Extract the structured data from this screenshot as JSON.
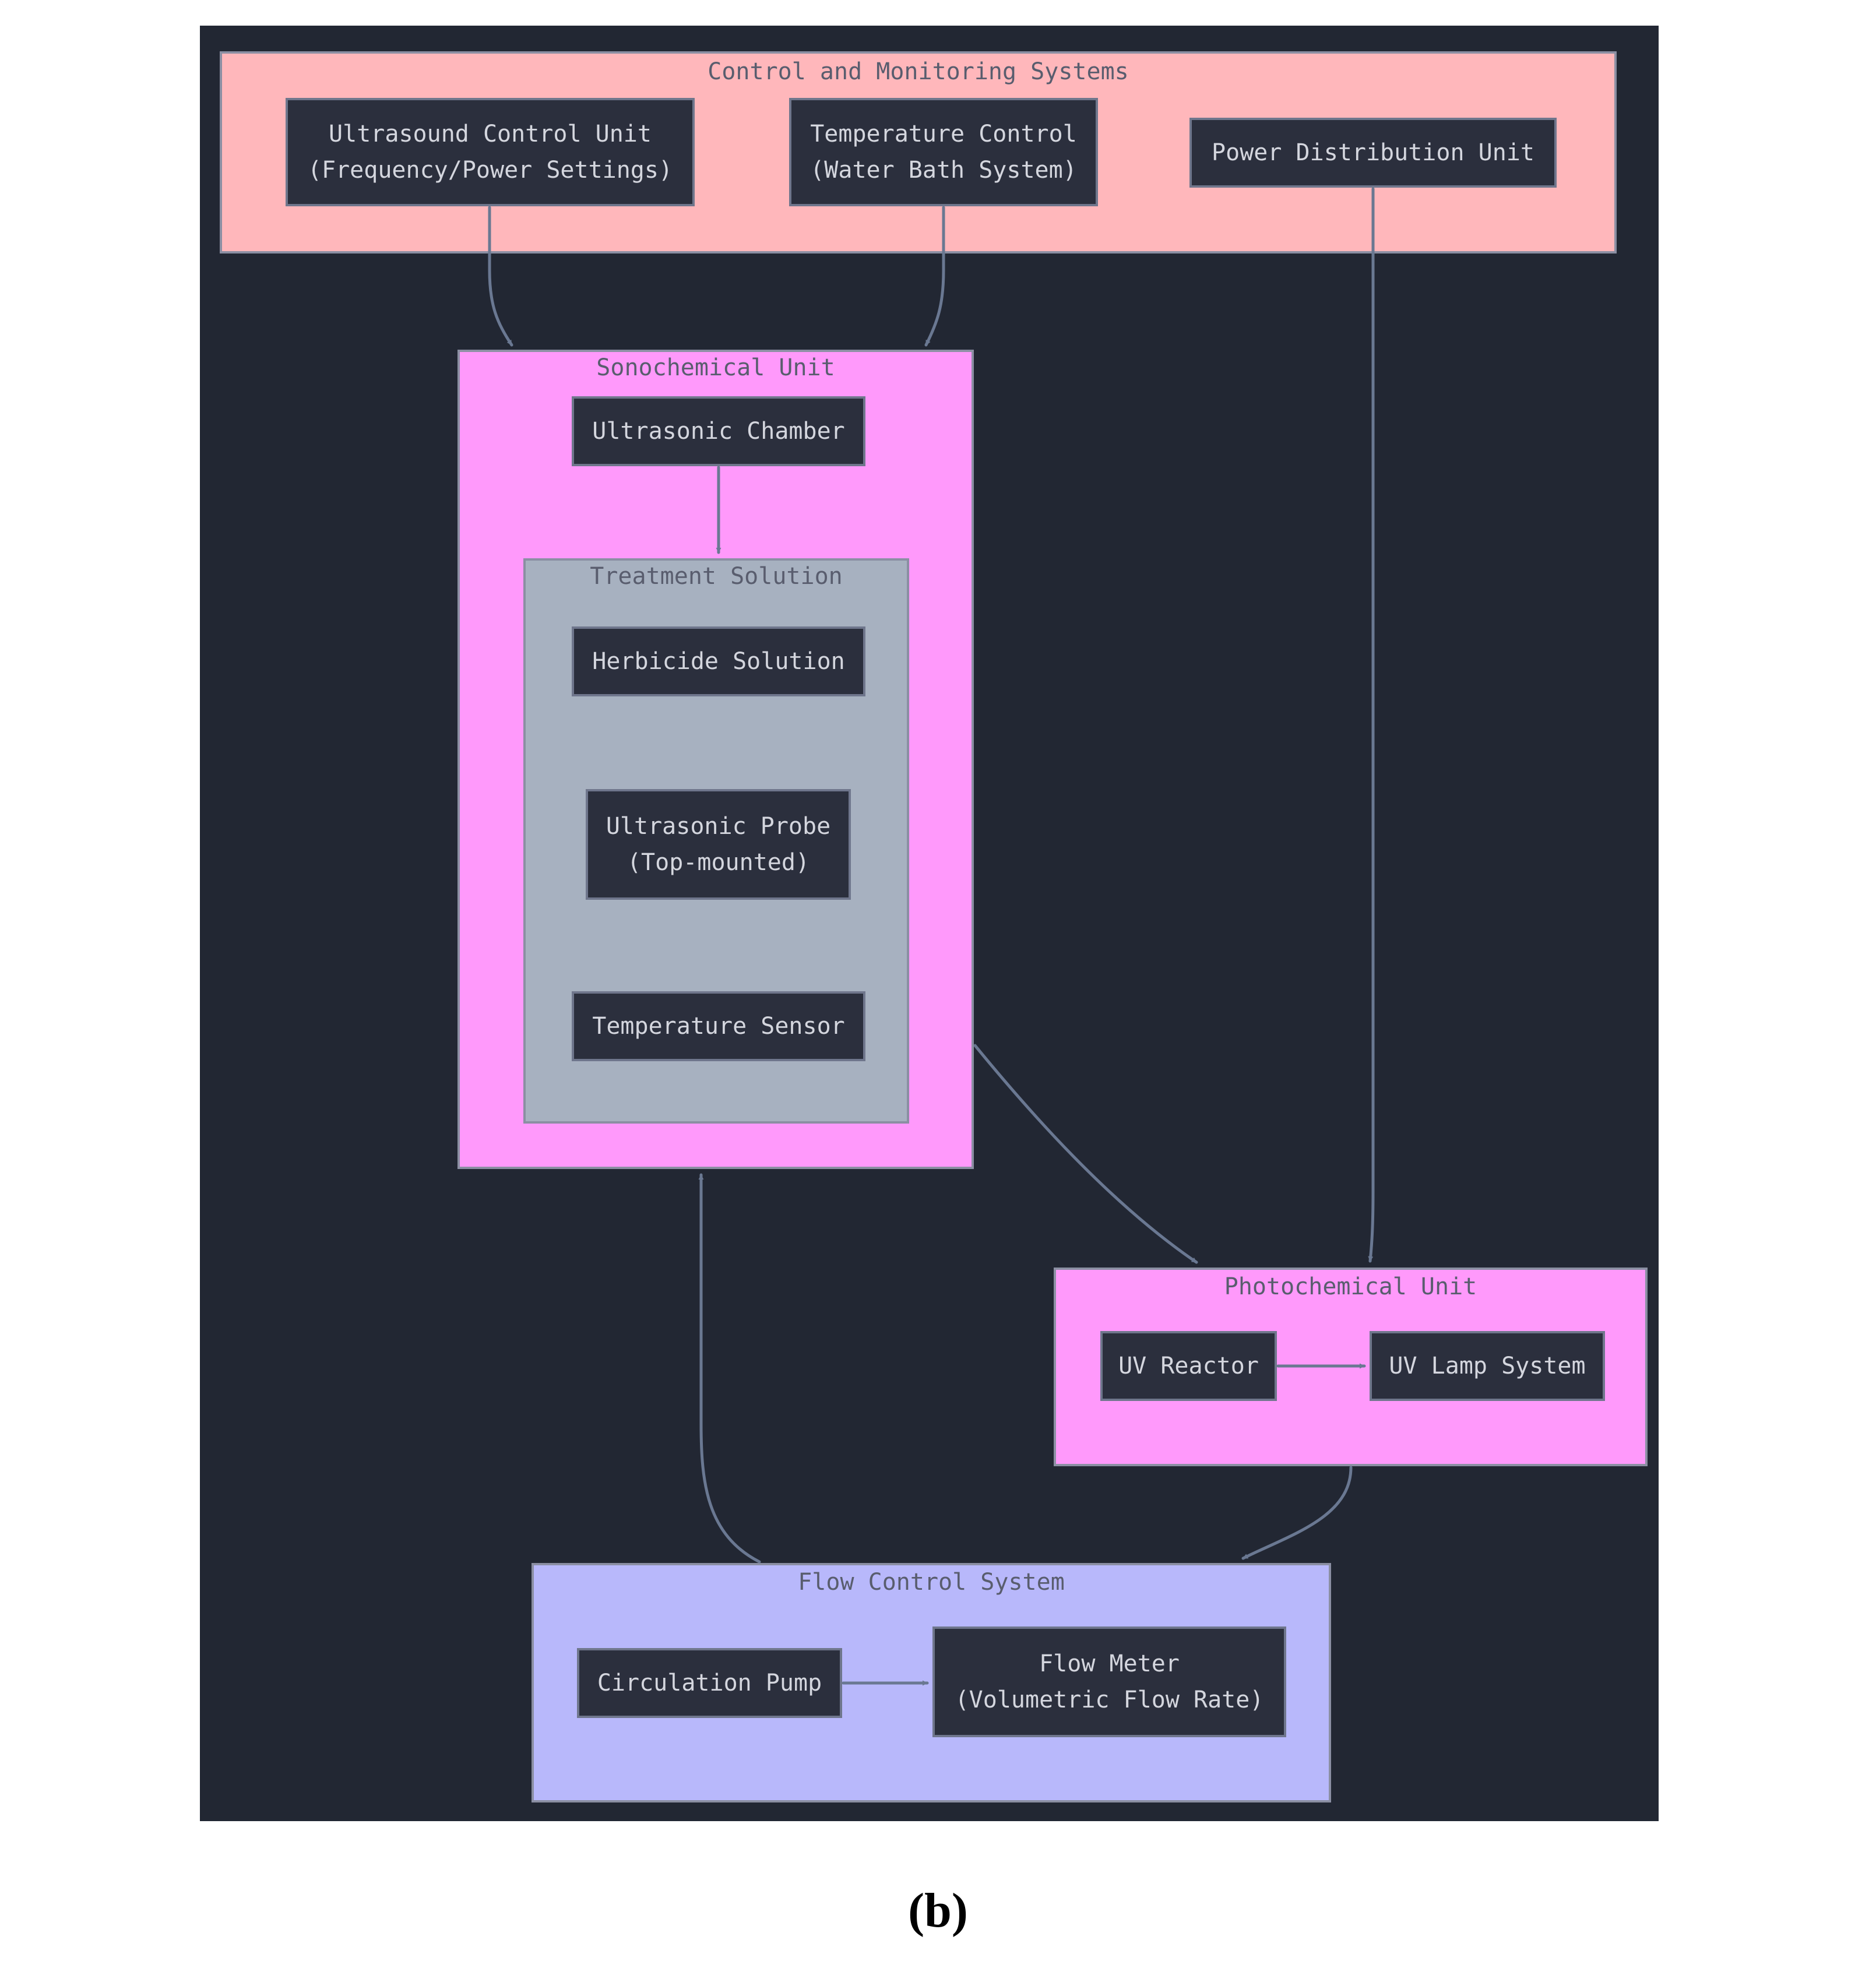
{
  "colors": {
    "background": "#222733",
    "control_cluster": "#ffb7bb",
    "unit_cluster": "#ff99fb",
    "treatment_cluster": "#a7b1c0",
    "flow_cluster": "#b8b8fb",
    "node_fill": "#2b2f3d",
    "node_text": "#d4d6de",
    "edge": "#6a7892"
  },
  "clusters": {
    "control": {
      "title": "Control and Monitoring Systems"
    },
    "sono": {
      "title": "Sonochemical Unit"
    },
    "treatment": {
      "title": "Treatment Solution"
    },
    "photo": {
      "title": "Photochemical Unit"
    },
    "flow": {
      "title": "Flow Control System"
    }
  },
  "nodes": {
    "ultrasound_control": {
      "line1": "Ultrasound Control Unit",
      "line2": "(Frequency/Power Settings)"
    },
    "temperature_control": {
      "line1": "Temperature Control",
      "line2": "(Water Bath System)"
    },
    "power_distribution": {
      "line1": "Power Distribution Unit"
    },
    "ultrasonic_chamber": {
      "line1": "Ultrasonic Chamber"
    },
    "herbicide_solution": {
      "line1": "Herbicide Solution"
    },
    "ultrasonic_probe": {
      "line1": "Ultrasonic Probe",
      "line2": "(Top-mounted)"
    },
    "temperature_sensor": {
      "line1": "Temperature Sensor"
    },
    "uv_reactor": {
      "line1": "UV Reactor"
    },
    "uv_lamp_system": {
      "line1": "UV Lamp System"
    },
    "circulation_pump": {
      "line1": "Circulation Pump"
    },
    "flow_meter": {
      "line1": "Flow Meter",
      "line2": "(Volumetric Flow Rate)"
    }
  },
  "edges": [
    {
      "from": "ultrasound_control",
      "to": "sono"
    },
    {
      "from": "temperature_control",
      "to": "sono"
    },
    {
      "from": "power_distribution",
      "to": "photo"
    },
    {
      "from": "ultrasonic_chamber",
      "to": "treatment"
    },
    {
      "from": "sono",
      "to": "photo"
    },
    {
      "from": "uv_reactor",
      "to": "uv_lamp_system"
    },
    {
      "from": "photo",
      "to": "flow"
    },
    {
      "from": "flow",
      "to": "sono"
    },
    {
      "from": "circulation_pump",
      "to": "flow_meter"
    }
  ],
  "caption": "(b)"
}
